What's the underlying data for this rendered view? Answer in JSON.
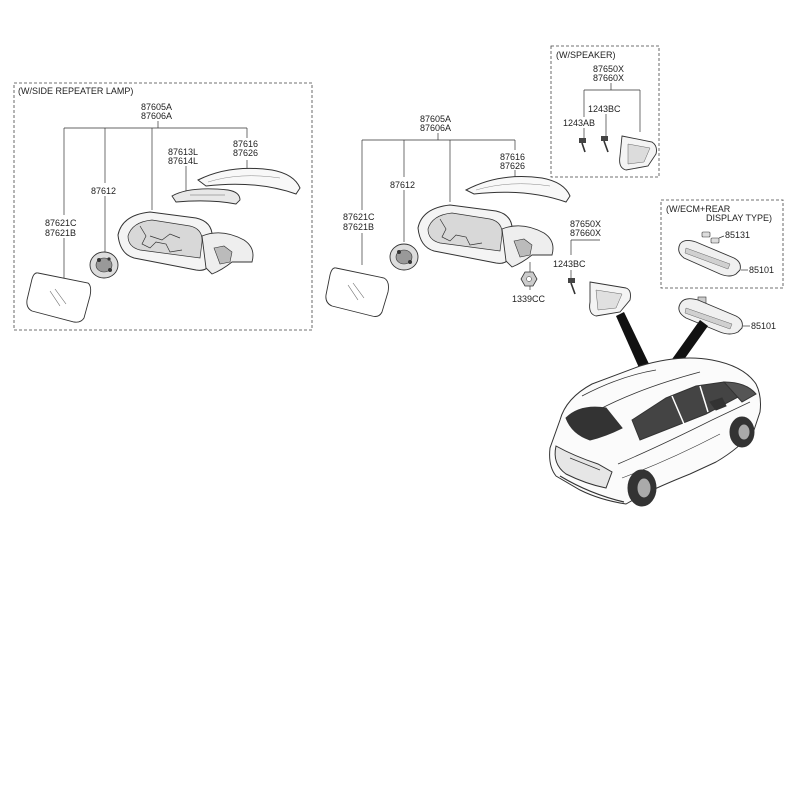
{
  "boxes": {
    "side_repeater": "(W/SIDE REPEATER LAMP)",
    "speaker": "(W/SPEAKER)",
    "ecm_line1": "(W/ECM+REAR",
    "ecm_line2": "DISPLAY TYPE)"
  },
  "left_group": {
    "p87605": "87605A",
    "p87606": "87606A",
    "p87612": "87612",
    "p87613": "87613L",
    "p87614": "87614L",
    "p87616": "87616",
    "p87626": "87626",
    "p87621c": "87621C",
    "p87621b": "87621B"
  },
  "center_group": {
    "p87605": "87605A",
    "p87606": "87606A",
    "p87612": "87612",
    "p87616": "87616",
    "p87626": "87626",
    "p87621c": "87621C",
    "p87621b": "87621B",
    "p87650": "87650X",
    "p87660": "87660X",
    "p1243bc": "1243BC",
    "p1339cc": "1339CC"
  },
  "speaker_group": {
    "p87650": "87650X",
    "p87660": "87660X",
    "p1243bc": "1243BC",
    "p1243ab": "1243AB"
  },
  "ecm_group": {
    "p85131": "85131",
    "p85101": "85101"
  },
  "inside_mirror": {
    "p85101": "85101"
  }
}
